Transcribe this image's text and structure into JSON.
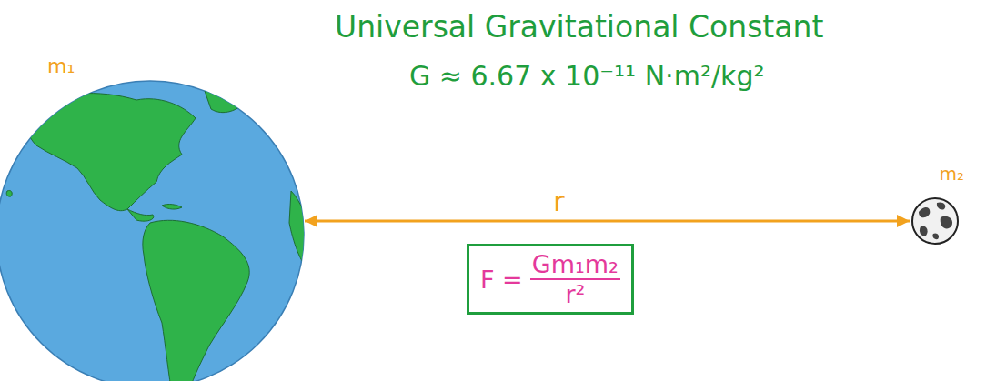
{
  "diagram": {
    "title": "Universal Gravitational Constant",
    "nodes": [
      {
        "text": [
          "m₁"
        ]
      },
      {
        "text": [
          "m₂"
        ]
      },
      {
        "text": [
          "F =",
          "Gm₁m₂",
          "r²"
        ]
      }
    ],
    "edges": [
      {
        "from": 0,
        "to": 1,
        "arrow": "both",
        "label": "r"
      }
    ],
    "labels": [
      "G ≈ 6.67 x 10⁻¹¹ N·m²/kg²"
    ]
  }
}
